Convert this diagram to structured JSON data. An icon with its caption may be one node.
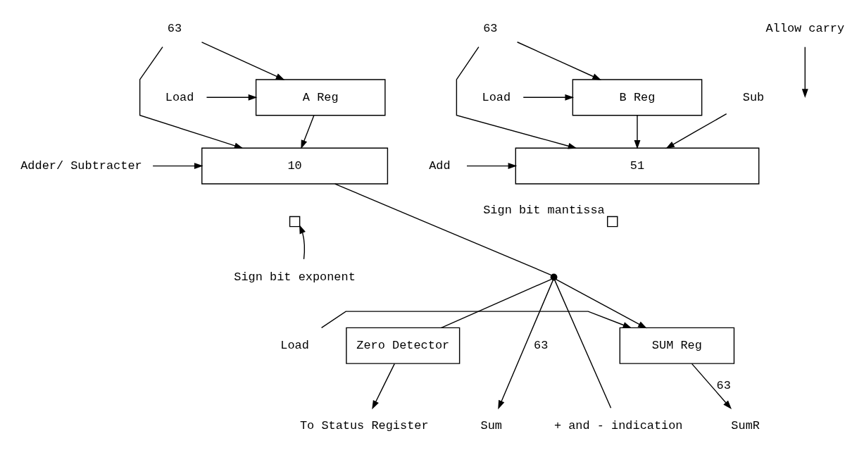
{
  "diagram": {
    "nodes": [
      {
        "text": [
          "63"
        ]
      },
      {
        "text": [
          "63"
        ]
      },
      {
        "text": [
          "Load"
        ]
      },
      {
        "text": [
          "A Reg"
        ]
      },
      {
        "text": [
          "Load"
        ]
      },
      {
        "text": [
          "B Reg"
        ]
      },
      {
        "text": [
          "Allow carry"
        ]
      },
      {
        "text": [
          "Adder/ Subtracter"
        ]
      },
      {
        "text": [
          "10"
        ]
      },
      {
        "text": [
          "51"
        ]
      },
      {
        "text": [
          "Add"
        ]
      },
      {
        "text": [
          "Sub"
        ]
      },
      {
        "text": [],
        "shape": "box"
      },
      {
        "text": [
          "Sign bit exponent"
        ]
      },
      {
        "text": [],
        "shape": "box",
        "beside": [
          "Sign bit mantissa"
        ]
      },
      {
        "text": [],
        "shape": "circle"
      },
      {
        "text": [
          "Load"
        ]
      },
      {
        "text": [
          "SUM Reg"
        ]
      },
      {
        "text": [
          "Zero Detector"
        ]
      },
      {
        "text": [
          "To Status Register"
        ]
      },
      {
        "text": [
          "SumR"
        ]
      },
      {
        "text": [
          "Sum"
        ]
      },
      {
        "text": [
          "+ and - indication"
        ]
      }
    ],
    "edges": [
      {
        "from": 0,
        "to": 3,
        "arrow": "to"
      },
      {
        "from": 0,
        "to": 8,
        "arrow": "to"
      },
      {
        "from": 2,
        "to": 3,
        "arrow": "to"
      },
      {
        "from": 3,
        "to": 8,
        "arrow": "to"
      },
      {
        "from": 1,
        "to": 5,
        "arrow": "to"
      },
      {
        "from": 1,
        "to": 9,
        "arrow": "to"
      },
      {
        "from": 4,
        "to": 5,
        "arrow": "to"
      },
      {
        "from": 5,
        "to": 9,
        "arrow": "to"
      },
      {
        "from": 6,
        "to": null,
        "arrow": "to"
      },
      {
        "from": 7,
        "to": 8,
        "arrow": "to"
      },
      {
        "from": 10,
        "to": 9,
        "arrow": "to"
      },
      {
        "from": 11,
        "to": 9,
        "arrow": "to"
      },
      {
        "from": 13,
        "to": 12,
        "arrow": "to"
      },
      {
        "from": 8,
        "to": 15,
        "arrow": "none"
      },
      {
        "from": 15,
        "to": 17,
        "arrow": "to"
      },
      {
        "from": 16,
        "to": 17,
        "arrow": "to"
      },
      {
        "from": 15,
        "to": 18,
        "arrow": "none"
      },
      {
        "from": 15,
        "to": 21,
        "arrow": "to",
        "label": "63"
      },
      {
        "from": 15,
        "to": 22,
        "arrow": "none"
      },
      {
        "from": 18,
        "to": 19,
        "arrow": "to"
      },
      {
        "from": 17,
        "to": 20,
        "arrow": "to",
        "label": "63"
      }
    ]
  }
}
